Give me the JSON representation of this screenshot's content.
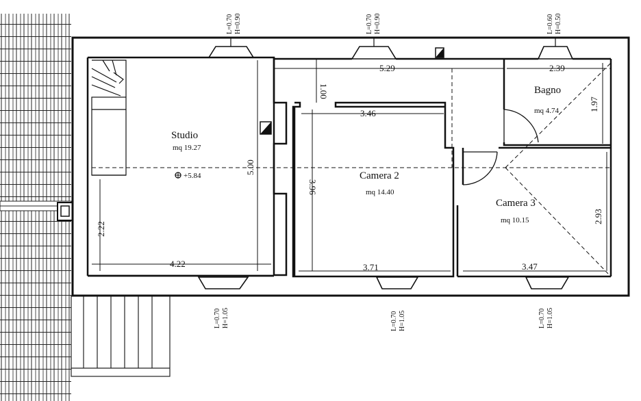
{
  "rooms": [
    {
      "name": "Studio",
      "area": "mq 19.27"
    },
    {
      "name": "Camera 2",
      "area": "mq 14.40"
    },
    {
      "name": "Bagno",
      "area": "mq 4.74"
    },
    {
      "name": "Camera 3",
      "area": "mq 10.15"
    }
  ],
  "dimensions": {
    "top_5_29": "5.29",
    "top_1_00": "1.00",
    "camera2_width_top": "3.46",
    "camera2_height": "3.96",
    "studio_height": "5.00",
    "studio_width": "4.22",
    "studio_side": "2.22",
    "camera2_width_bottom": "3.71",
    "bagno_width": "2.39",
    "bagno_height": "1.97",
    "camera3_height": "2.93",
    "camera3_width": "3.47"
  },
  "windows": [
    {
      "l": "L=0.70",
      "h": "H=0.90"
    },
    {
      "l": "L=0.70",
      "h": "H=0.90"
    },
    {
      "l": "L=0.60",
      "h": "H=0.50"
    },
    {
      "l": "L=0.70",
      "h": "H=1.05"
    },
    {
      "l": "L=0.70",
      "h": "H=1.05"
    },
    {
      "l": "L=0.70",
      "h": "H=1.05"
    }
  ],
  "elevation": "+5.84"
}
